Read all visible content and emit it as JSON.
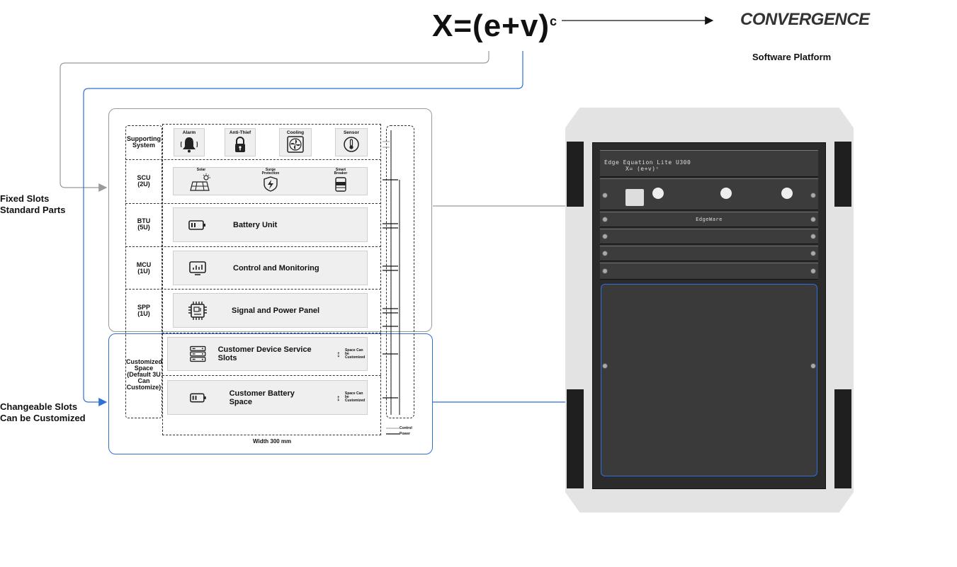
{
  "header": {
    "formula_base": "X=(e+v)",
    "formula_exp": "c",
    "logo_text": "CONVERGENCE",
    "platform_label": "Software Platform"
  },
  "side_labels": {
    "fixed_line1": "Fixed Slots",
    "fixed_line2": "Standard Parts",
    "changeable_line1": "Changeable Slots",
    "changeable_line2": "Can be Customized"
  },
  "supporting": {
    "label_line1": "Supporting",
    "label_line2": "System",
    "tiles": [
      "Alarm",
      "Anti-Thief",
      "Cooling",
      "Sensor"
    ]
  },
  "scu": {
    "label_line1": "SCU",
    "label_line2": "(2U)",
    "items": [
      {
        "line1": "Solar",
        "line2": ""
      },
      {
        "line1": "Surge",
        "line2": "Protection"
      },
      {
        "line1": "Smart",
        "line2": "Breaker"
      }
    ]
  },
  "btu": {
    "label_line1": "BTU",
    "label_line2": "(5U)",
    "title": "Battery Unit"
  },
  "mcu": {
    "label_line1": "MCU",
    "label_line2": "(1U)",
    "title": "Control and Monitoring"
  },
  "spp": {
    "label_line1": "SPP",
    "label_line2": "(1U)",
    "title": "Signal and Power Panel"
  },
  "custom": {
    "label_lines": [
      "Customized",
      "Space",
      "(Default 3U",
      "Can",
      "Customize)"
    ],
    "device_title": "Customer Device Service Slots",
    "battery_title": "Customer Battery Space",
    "note_line1": "Space Can be",
    "note_line2": "Customized"
  },
  "legend": {
    "control": "Control",
    "power": "Power"
  },
  "width_label": "Width 300 mm",
  "rack": {
    "title_line1": "Edge Equation Lite U300",
    "title_line2": "X= (e+v)ᶜ",
    "brand": "EdgeWare"
  },
  "colors": {
    "blue": "#2f6fd6",
    "gray": "#9a9a9a"
  }
}
